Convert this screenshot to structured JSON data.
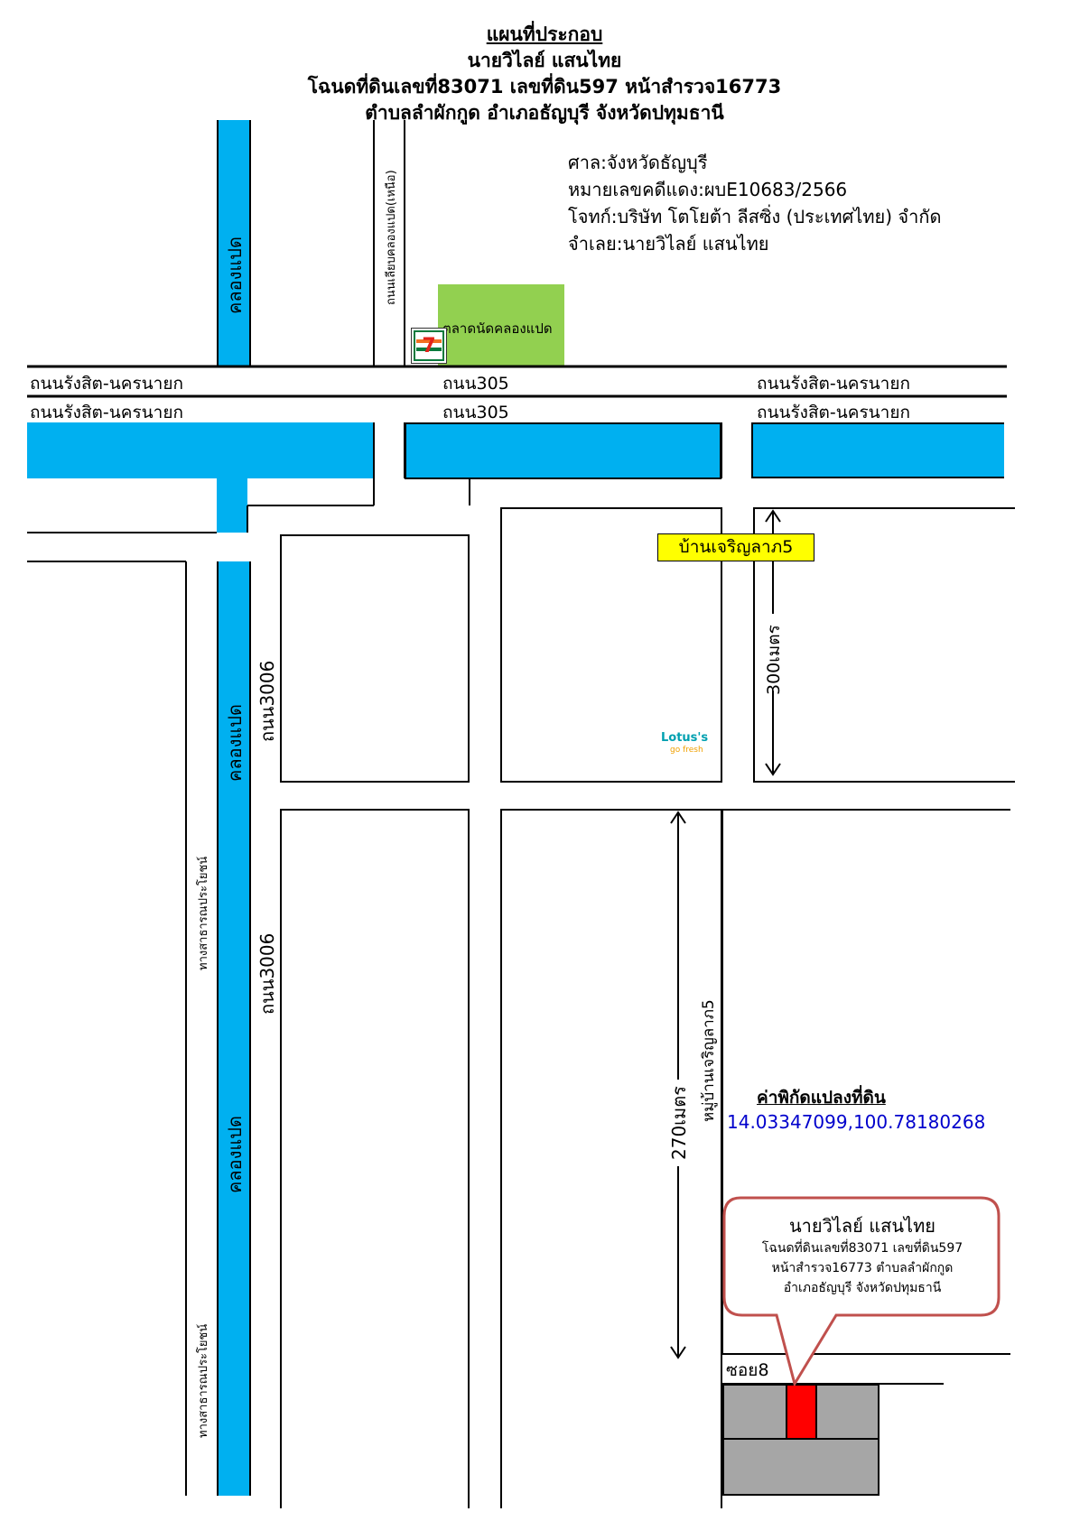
{
  "header": {
    "title": "แผนที่ประกอบ",
    "owner": "นายวิไลย์ แสนไทย",
    "deed": "โฉนดที่ดินเลขที่83071 เลขที่ดิน597 หน้าสำรวจ16773",
    "location": "ตำบลลำผักกูด อำเภอธัญบุรี จังหวัดปทุมธานี"
  },
  "case_info": {
    "court": "ศาล:จังหวัดธัญบุรี",
    "case_no": "หมายเลขคดีแดง:ผบE10683/2566",
    "plaintiff": "โจทก์:บริษัท โตโยต้า ลีสซิ่ง (ประเทศไทย) จำกัด",
    "defendant": "จำเลย:นายวิไลย์ แสนไทย"
  },
  "labels": {
    "canal_top": "คลองแปด",
    "canal_mid": "คลองแปด",
    "canal_low": "คลองแปด",
    "side_road_north": "ถนนเลียบคลองแปด(เหนือ)",
    "market": "ตลาดนัดคลองแปด",
    "rangsit_left_1": "ถนนรังสิต-นครนายก",
    "rangsit_left_2": "ถนนรังสิต-นครนายก",
    "road305_1": "ถนน305",
    "road305_2": "ถนน305",
    "rangsit_right_1": "ถนนรังสิต-นครนายก",
    "rangsit_right_2": "ถนนรังสิต-นครนายก",
    "village_sign": "บ้านเจริญลาภ5",
    "dist_300": "300เมตร",
    "road3006_a": "ถนน3006",
    "road3006_b": "ถนน3006",
    "public_way_a": "ทางสาธารณประโยชน์",
    "public_way_b": "ทางสาธารณประโยชน์",
    "dist_270": "270เมตร",
    "village_road": "หมู่บ้านเจริญลาภ5",
    "coords_title": "ค่าพิกัดแปลงที่ดิน",
    "coords_value": "14.03347099,100.78180268",
    "soi": "ซอย8",
    "lotus_brand": "Lotus's",
    "lotus_sub": "go fresh",
    "seven_eleven": "7-ELEVEn"
  },
  "callout": {
    "name": "นายวิไลย์ แสนไทย",
    "line1": "โฉนดที่ดินเลขที่83071 เลขที่ดิน597",
    "line2": "หน้าสำรวจ16773 ตำบลลำผักกูด",
    "line3": "อำเภอธัญบุรี จังหวัดปทุมธานี"
  },
  "colors": {
    "canal": "#00b0f0",
    "market": "#92d050",
    "sign_yellow": "#ffff00",
    "plot_red": "#ff0000",
    "gray_block": "#a6a6a6",
    "callout_border": "#c0504d",
    "coords_blue": "#0000cc"
  },
  "icons": [
    "seven-eleven-logo",
    "lotus-go-fresh-logo",
    "double-arrow-icon"
  ]
}
